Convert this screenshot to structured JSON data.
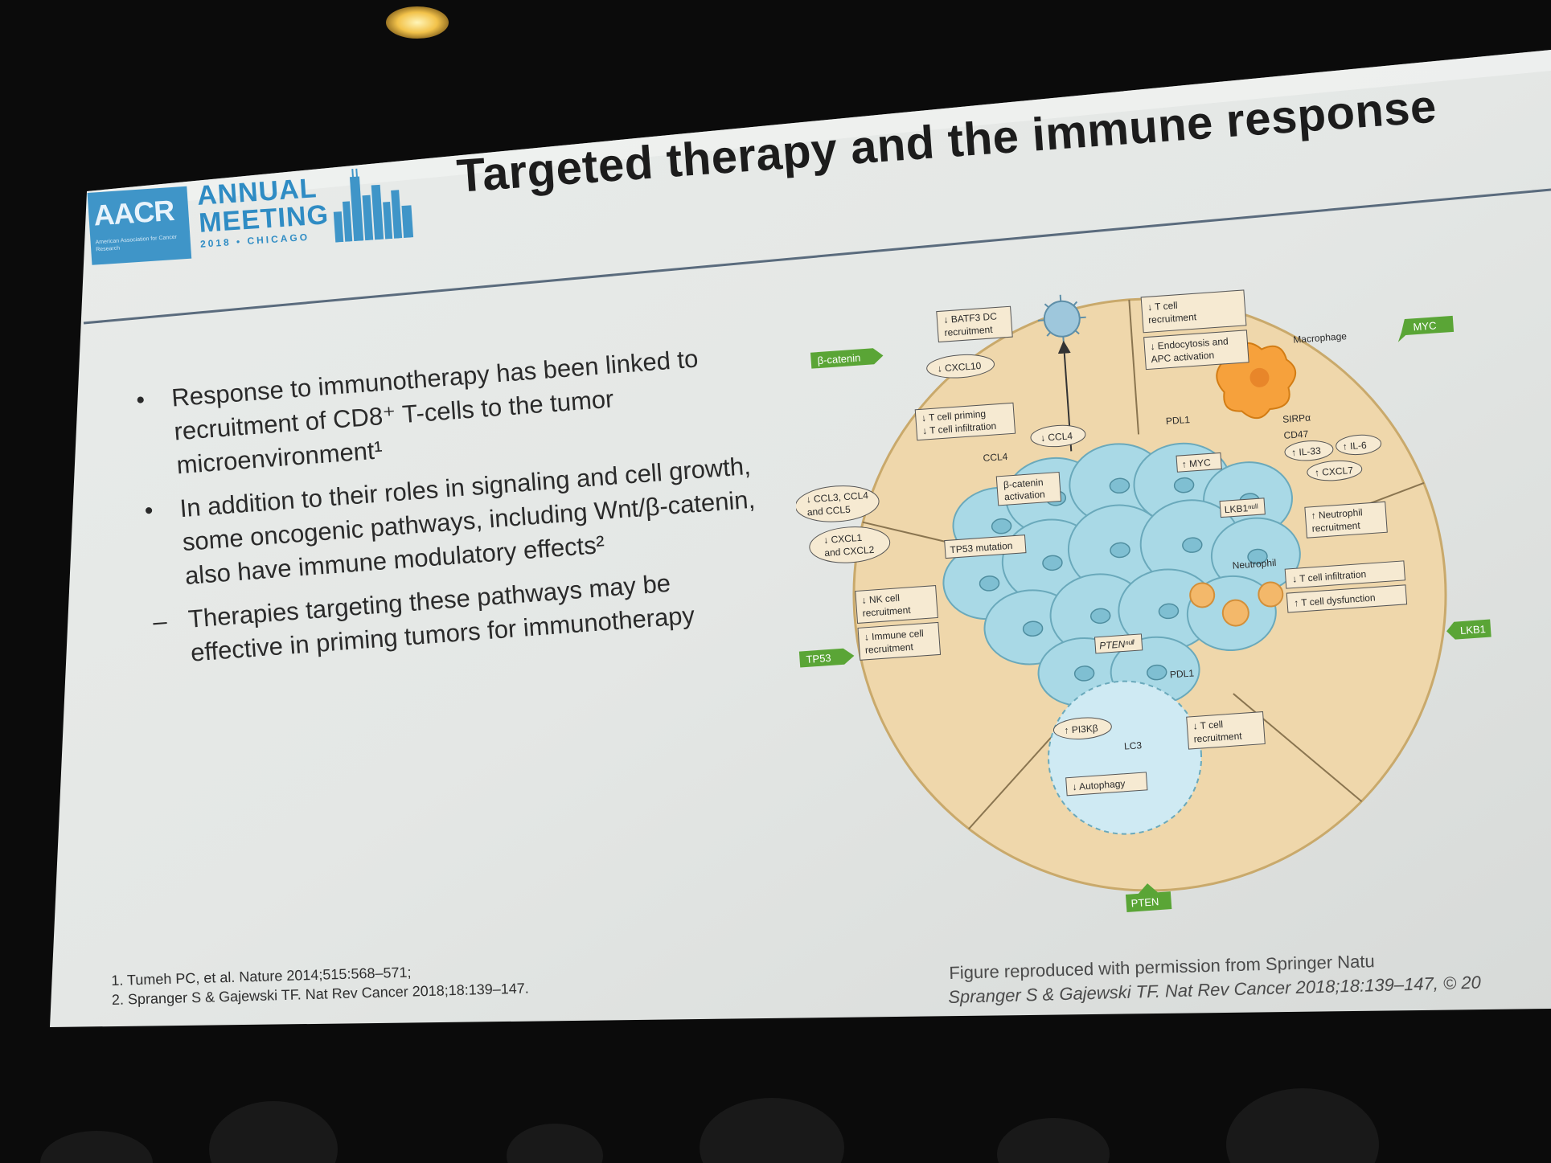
{
  "slide": {
    "logo": {
      "org": "AACR",
      "org_tagline": "American Association for Cancer Research",
      "meeting_line1": "ANNUAL",
      "meeting_line2": "MEETING",
      "meeting_line3": "2018 • CHICAGO"
    },
    "title": "Targeted therapy and the immune response",
    "bullets": [
      {
        "text": "Response to immunotherapy has been linked to recruitment of CD8⁺ T-cells to the tumor microenvironment¹"
      },
      {
        "text": "In addition to their roles in signaling and cell growth, some oncogenic pathways, including Wnt/β-catenin, also have immune modulatory effects²"
      }
    ],
    "sub_bullet": "Therapies targeting these pathways may be effective in priming tumors for immunotherapy",
    "references": [
      "1. Tumeh PC, et al. Nature 2014;515:568–571;",
      "2. Spranger S & Gajewski TF. Nat Rev Cancer 2018;18:139–147."
    ],
    "credit_line1": "Figure reproduced with permission from Springer Natu",
    "credit_line2": "Spranger S & Gajewski TF. Nat Rev Cancer 2018;18:139–147, © 20"
  },
  "figure": {
    "pathway_tags": {
      "beta_catenin": "β-catenin",
      "myc": "MYC",
      "tp53": "TP53",
      "lkb1": "LKB1",
      "pten": "PTEN"
    },
    "boxes": {
      "batf3": [
        "↓ BATF3 DC",
        "recruitment"
      ],
      "cxcl10": "↓ CXCL10",
      "tcell_priming": [
        "↓ T cell priming",
        "↓ T cell infiltration"
      ],
      "ccl4_oval": "↓ CCL4",
      "ccl4_label": "CCL4",
      "bcat_activation": [
        "β-catenin",
        "activation"
      ],
      "tcell_recruit_top": [
        "↓ T cell",
        "recruitment"
      ],
      "endocytosis": [
        "↓ Endocytosis and",
        "APC activation"
      ],
      "macrophage": "Macrophage",
      "sirpa": "SIRPα",
      "cd47": "CD47",
      "pdl1_top": "PDL1",
      "up_myc": "↑ MYC",
      "il33": "↑ IL-33",
      "il6": "↑ IL-6",
      "cxcl7": "↑ CXCL7",
      "neutrophil_recruit": [
        "↑ Neutrophil",
        "recruitment"
      ],
      "tcell_infiltration": "↓ T cell infiltration",
      "tcell_dysfunction": "↑ T cell dysfunction",
      "lkb1_null": "LKB1ⁿᵘˡˡ",
      "neutrophil": "Neutrophil",
      "ccl3": [
        "↓ CCL3, CCL4",
        "and CCL5"
      ],
      "cxcl1": [
        "↓ CXCL1",
        "and CXCL2"
      ],
      "tp53_mutation": "TP53 mutation",
      "nk_cell": [
        "↓ NK cell",
        "recruitment"
      ],
      "immune_cell": [
        "↓ Immune cell",
        "recruitment"
      ],
      "pten_null": "PTENⁿᵘˡˡ",
      "pdl1_bottom": "PDL1",
      "pi3kb": "↑ PI3Kβ",
      "lc3": "LC3",
      "autophagy": "↓ Autophagy",
      "tcell_recruit_bottom": [
        "↓ T cell",
        "recruitment"
      ]
    },
    "colors": {
      "tag_green": "#5aa536",
      "tumor_cell": "#a9d9e6",
      "circle_fill": "#efd7ab",
      "macrophage": "#f6a13c",
      "neutrophil": "#f3b86a"
    }
  }
}
